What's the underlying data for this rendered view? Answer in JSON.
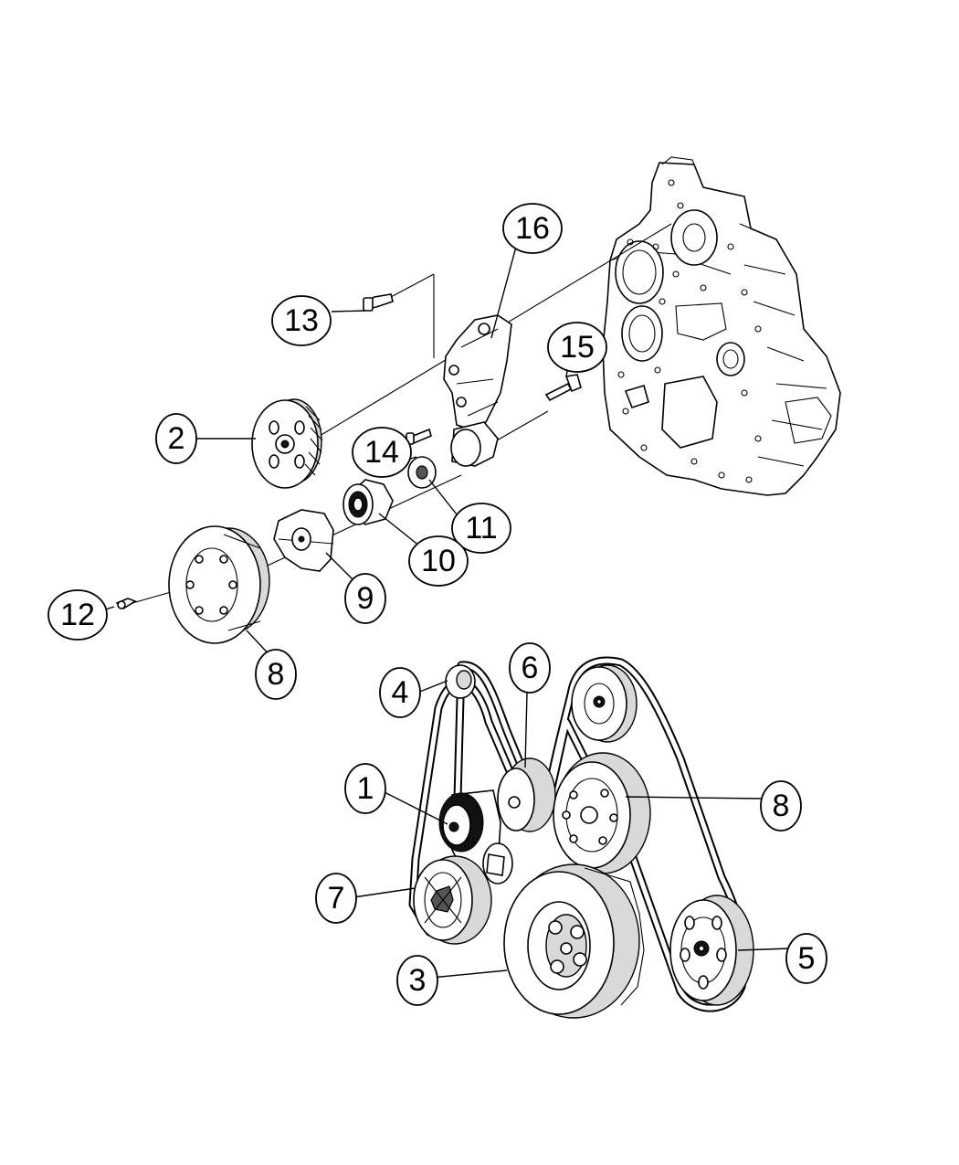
{
  "callouts": {
    "c1": "1",
    "c2": "2",
    "c3": "3",
    "c4": "4",
    "c5": "5",
    "c6": "6",
    "c7": "7",
    "c8_top": "8",
    "c8_bottom": "8",
    "c9": "9",
    "c10": "10",
    "c11": "11",
    "c12": "12",
    "c13": "13",
    "c14": "14",
    "c15": "15",
    "c16": "16"
  }
}
